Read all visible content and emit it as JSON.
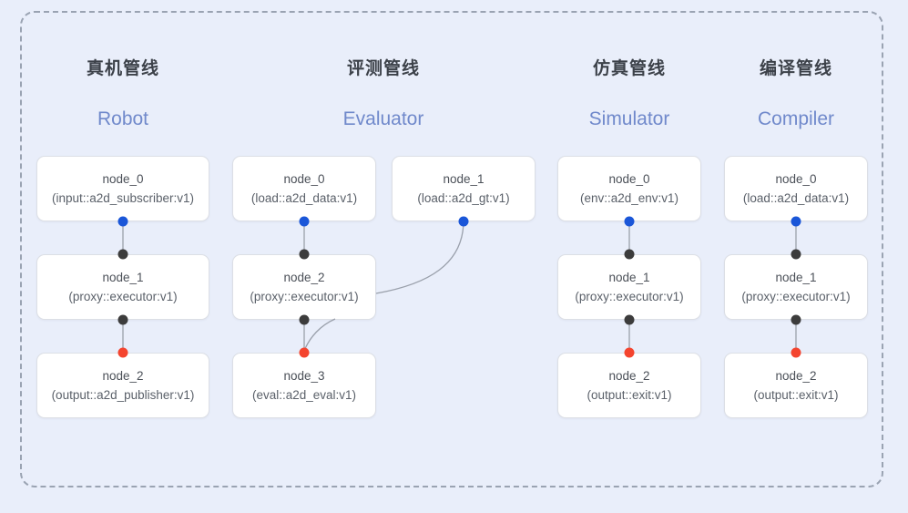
{
  "diagram": {
    "title": "Pipeline Node Graph",
    "background_color": "#e9eefa",
    "frame_border_color": "#9aa3b2",
    "colors": {
      "port_output_blue": "#1a56d8",
      "port_dark": "#3c3c3c",
      "port_input_red": "#f4442e",
      "edge": "#9aa0ab",
      "heading_cn": "#3c4149",
      "heading_en": "#7089cb",
      "node_bg": "#ffffff",
      "node_border": "#dcdfe5"
    }
  },
  "columns": [
    {
      "title_cn": "真机管线",
      "title_en": "Robot",
      "nodes": [
        {
          "id": "node_0",
          "type": "(input::a2d_subscriber:v1)"
        },
        {
          "id": "node_1",
          "type": "(proxy::executor:v1)"
        },
        {
          "id": "node_2",
          "type": "(output::a2d_publisher:v1)"
        }
      ]
    },
    {
      "title_cn": "评测管线",
      "title_en": "Evaluator",
      "nodes": [
        {
          "id": "node_0",
          "type": "(load::a2d_data:v1)"
        },
        {
          "id": "node_1",
          "type": "(load::a2d_gt:v1)"
        },
        {
          "id": "node_2",
          "type": "(proxy::executor:v1)"
        },
        {
          "id": "node_3",
          "type": "(eval::a2d_eval:v1)"
        }
      ]
    },
    {
      "title_cn": "仿真管线",
      "title_en": "Simulator",
      "nodes": [
        {
          "id": "node_0",
          "type": "(env::a2d_env:v1)"
        },
        {
          "id": "node_1",
          "type": "(proxy::executor:v1)"
        },
        {
          "id": "node_2",
          "type": "(output::exit:v1)"
        }
      ]
    },
    {
      "title_cn": "编译管线",
      "title_en": "Compiler",
      "nodes": [
        {
          "id": "node_0",
          "type": "(load::a2d_data:v1)"
        },
        {
          "id": "node_1",
          "type": "(proxy::executor:v1)"
        },
        {
          "id": "node_2",
          "type": "(output::exit:v1)"
        }
      ]
    }
  ]
}
